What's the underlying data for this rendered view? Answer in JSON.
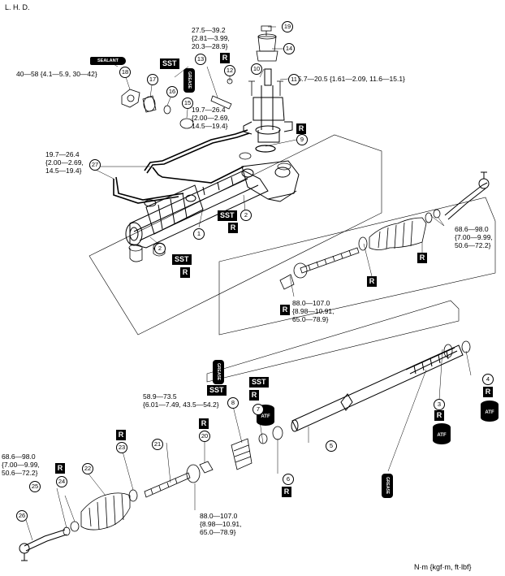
{
  "header": {
    "side_label": "L. H. D."
  },
  "footer": {
    "unit_label": "N·m {kgf·m, ft·lbf}"
  },
  "badges": {
    "r": "R",
    "sst": "SST",
    "atf": "ATF",
    "grease": "GREASE",
    "sealant": "SEALANT"
  },
  "torques": {
    "t18": "40—58 {4.1—5.9, 30—42}",
    "t13": [
      "27.5—39.2",
      "{2.81—3.99,",
      "20.3—28.9}"
    ],
    "t11": "15.7—20.5 {1.61—2.09, 11.6—15.1}",
    "t15": [
      "19.7—26.4",
      "{2.00—2.69,",
      "14.5—19.4}"
    ],
    "t27": [
      "19.7—26.4",
      "{2.00—2.69,",
      "14.5—19.4}"
    ],
    "t_tie_right": [
      "68.6—98.0",
      "{7.00—9.99,",
      "50.6—72.2}"
    ],
    "t_inner_right": [
      "88.0—107.0",
      "{8.98—10.91,",
      "65.0—78.9}"
    ],
    "t8": [
      "58.9—73.5",
      "{6.01—7.49, 43.5—54.2}"
    ],
    "t_tie_left": [
      "68.6—98.0",
      "{7.00—9.99,",
      "50.6—72.2}"
    ],
    "t_inner_left": [
      "88.0—107.0",
      "{8.98—10.91,",
      "65.0—78.9}"
    ]
  },
  "callouts": {
    "c1": "1",
    "c2a": "2",
    "c2b": "2",
    "c3": "3",
    "c4": "4",
    "c5": "5",
    "c6": "6",
    "c7": "7",
    "c8": "8",
    "c9": "9",
    "c10": "10",
    "c11": "11",
    "c12": "12",
    "c13": "13",
    "c14": "14",
    "c15": "15",
    "c16": "16",
    "c17": "17",
    "c18": "18",
    "c19": "19",
    "c20": "20",
    "c21": "21",
    "c22": "22",
    "c23": "23",
    "c24": "24",
    "c25": "25",
    "c26": "26",
    "c27": "27"
  }
}
